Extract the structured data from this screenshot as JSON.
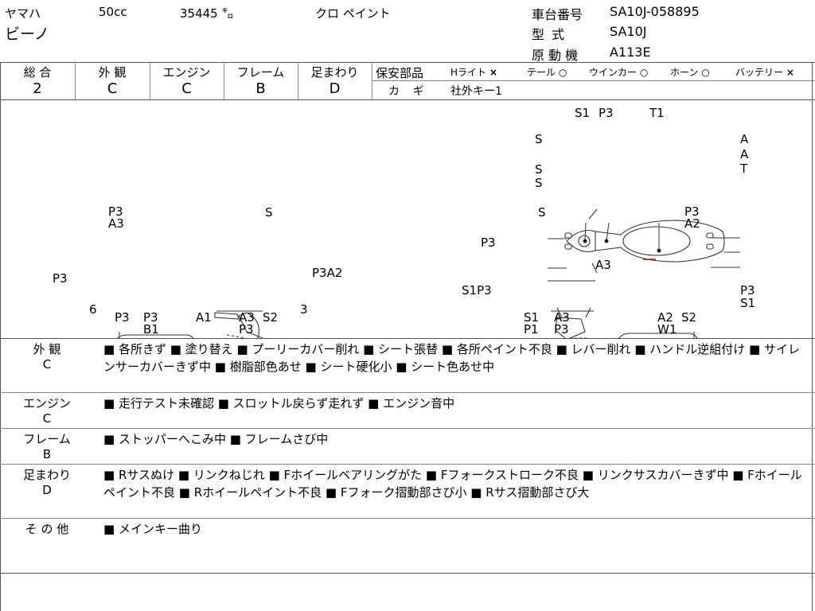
{
  "header": {
    "maker": "ヤマハ",
    "displacement": "50cc",
    "mileage": "35445 ㌔",
    "color": "クロ ペイント",
    "model_name": "ビーノ",
    "frame_no_label": "車台番号",
    "frame_no": "SA10J-058895",
    "model_code_label": "型 式",
    "model_code": "SA10J",
    "engine_label": "原 動 機",
    "engine_code": "A113E"
  },
  "grades": {
    "items": [
      {
        "label": "総 合",
        "value": "2"
      },
      {
        "label": "外 観",
        "value": "C"
      },
      {
        "label": "エンジン",
        "value": "C"
      },
      {
        "label": "フレーム",
        "value": "B"
      },
      {
        "label": "足まわり",
        "value": "D"
      }
    ]
  },
  "safety": {
    "label": "保安部品",
    "items": [
      {
        "name": "Hライト",
        "mark": "×"
      },
      {
        "name": "テール",
        "mark": "○"
      },
      {
        "name": "ウインカー",
        "mark": "○"
      },
      {
        "name": "ホーン",
        "mark": "○"
      },
      {
        "name": "バッテリー",
        "mark": "×"
      }
    ],
    "key_label": "カ ギ",
    "key_value": "社外キー1"
  },
  "diagram": {
    "top": {
      "labels": [
        "S1",
        "P3",
        "T1",
        "S",
        "A",
        "A",
        "S",
        "T",
        "S"
      ]
    },
    "left": {
      "labels": [
        "P3",
        "A3",
        "S",
        "P3",
        "P3A2",
        "6",
        "P3",
        "P3",
        "B1",
        "A1",
        "A3",
        "P3",
        "S2",
        "3"
      ]
    },
    "right": {
      "labels": [
        "S",
        "P3",
        "A2",
        "P3",
        "A3",
        "S1P3",
        "P3",
        "S1",
        "S1",
        "P1",
        "A3",
        "P3",
        "A2",
        "W1",
        "S2"
      ]
    }
  },
  "remarks": {
    "bullet": "■",
    "sections": [
      {
        "label": "外 観",
        "grade": "C",
        "items": [
          "各所きず",
          "塗り替え",
          "プーリーカバー削れ",
          "シート張替",
          "各所ペイント不良",
          "レバー削れ",
          "ハンドル逆組付け",
          "サイレンサーカバーきず中",
          "樹脂部色あせ",
          "シート硬化小",
          "シート色あせ中"
        ]
      },
      {
        "label": "エンジン",
        "grade": "C",
        "items": [
          "走行テスト未確認",
          "スロットル戻らず走れず",
          "エンジン音中"
        ]
      },
      {
        "label": "フレーム",
        "grade": "B",
        "items": [
          "ストッパーへこみ中",
          "フレームさび中"
        ]
      },
      {
        "label": "足まわり",
        "grade": "D",
        "items": [
          "Rサスぬけ",
          "リンクねじれ",
          "Fホイールベアリングがた",
          "Fフォークストローク不良",
          "リンクサスカバーきず中",
          "Fホイールペイント不良",
          "Rホイールペイント不良",
          "Fフォーク摺動部さび小",
          "Rサス摺動部さび大"
        ]
      },
      {
        "label": "そ の 他",
        "grade": "",
        "items": [
          "メインキー曲り"
        ]
      }
    ]
  }
}
